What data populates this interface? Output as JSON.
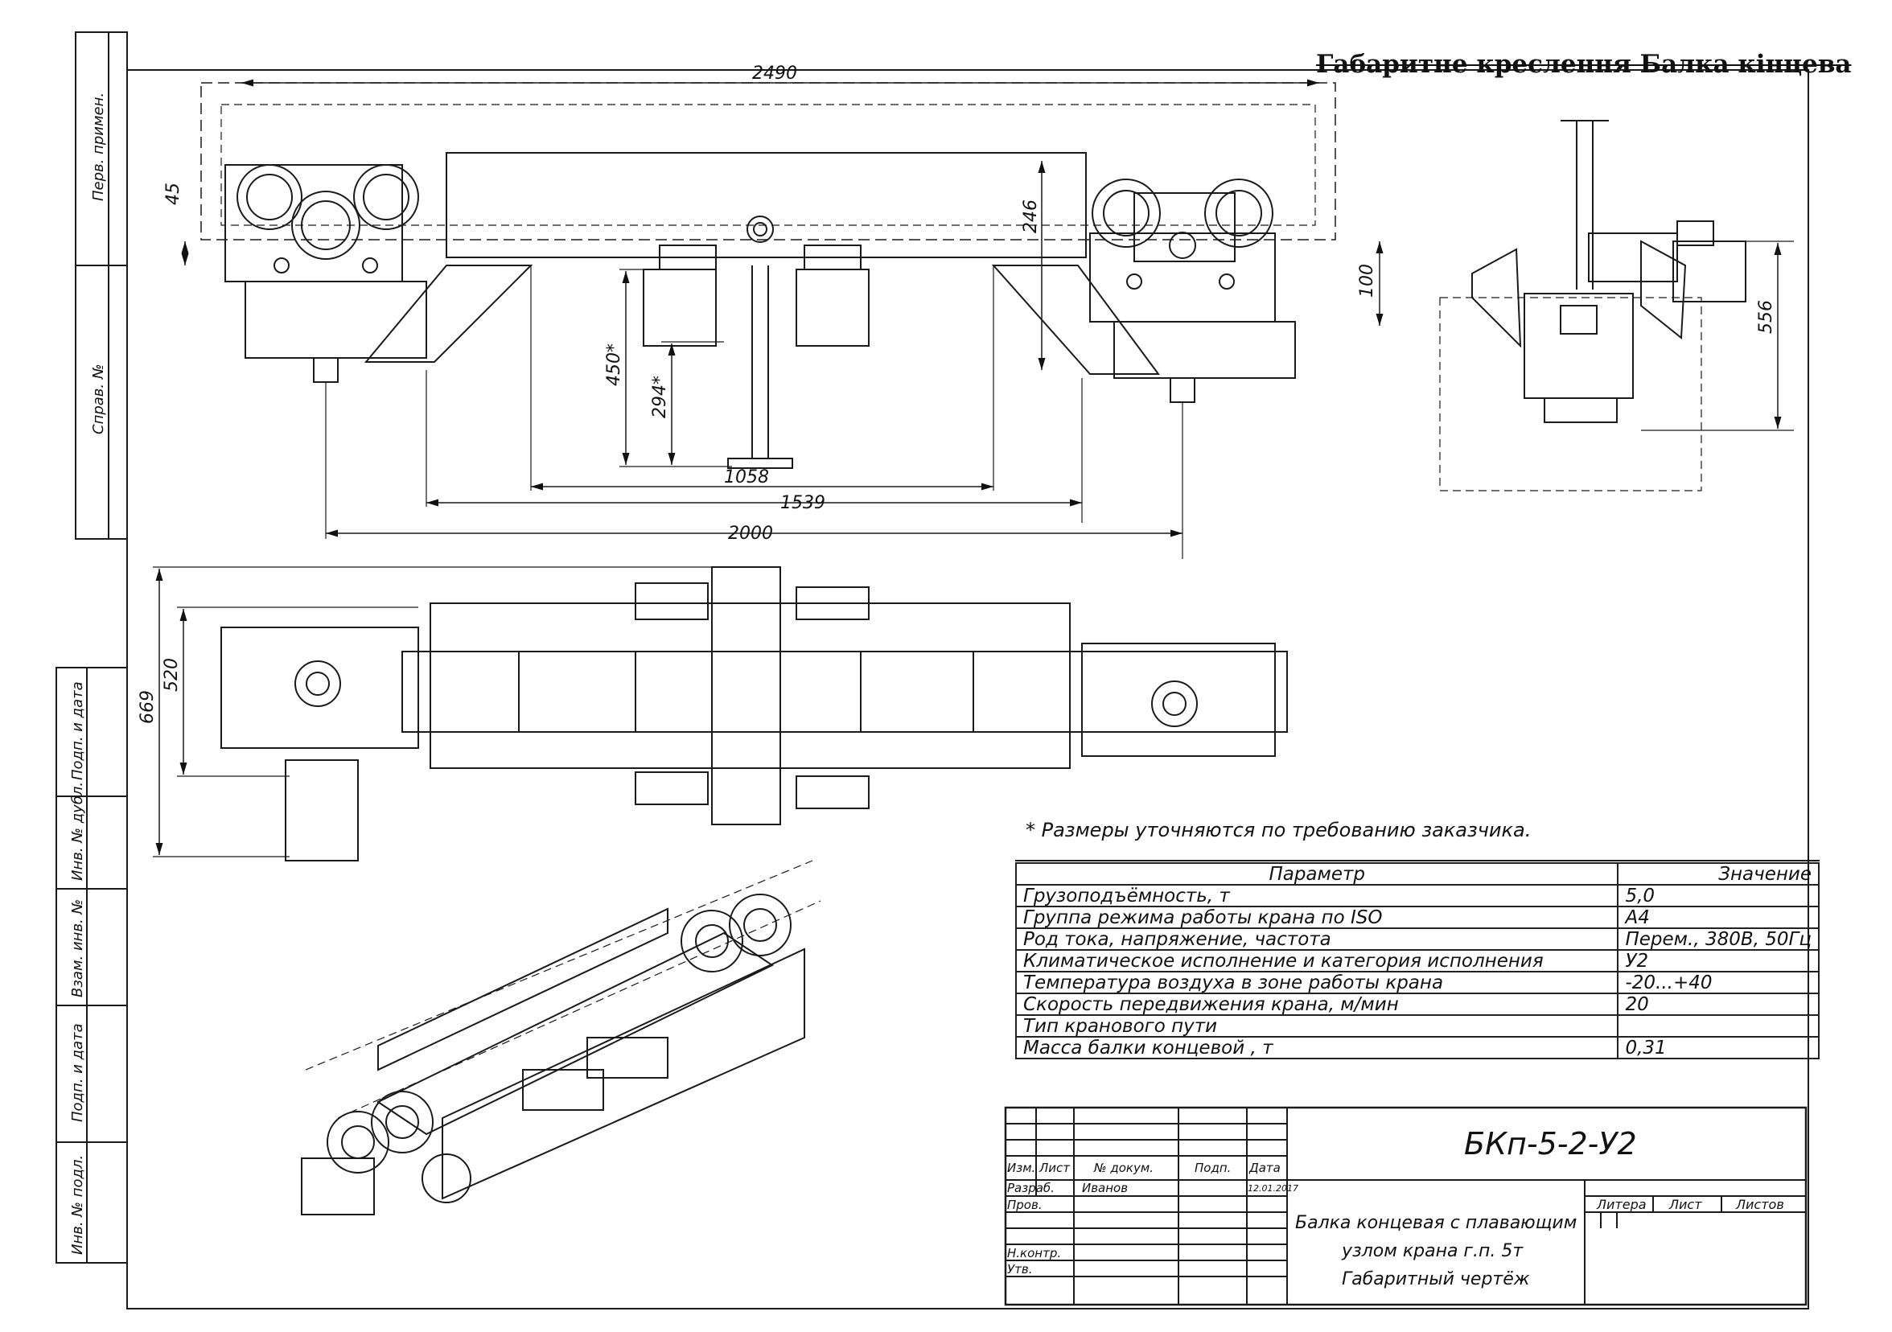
{
  "header": {
    "title": "Габаритне креслення Балка кінцева"
  },
  "margin_labels": [
    "Перв. примен.",
    "Справ. №",
    "Подп. и дата",
    "Инв. № дубл.",
    "Взам. инв. №",
    "Подп. и дата",
    "Инв. № подл."
  ],
  "dimensions": {
    "front": [
      "2490",
      "45",
      "246",
      "100",
      "450*",
      "294*",
      "1058",
      "1539",
      "2000"
    ],
    "side": [
      "556"
    ],
    "top": [
      "669",
      "520"
    ]
  },
  "note": "* Размеры уточняются по требованию заказчика.",
  "params_table": {
    "header": {
      "param": "Параметр",
      "value": "Значение"
    },
    "rows": [
      {
        "param": "Грузоподъёмность, т",
        "value": "5,0"
      },
      {
        "param": "Группа режима работы крана по ISO",
        "value": "А4"
      },
      {
        "param": "Род тока, напряжение, частота",
        "value": "Перем., 380В, 50Гц"
      },
      {
        "param": "Климатическое исполнение и категория исполнения",
        "value": "У2"
      },
      {
        "param": "Температура воздуха в зоне работы крана",
        "value": "-20...+40"
      },
      {
        "param": "Скорость передвижения крана, м/мин",
        "value": "20"
      },
      {
        "param": "Тип кранового пути",
        "value": ""
      },
      {
        "param": "Масса балки концевой , т",
        "value": "0,31"
      }
    ]
  },
  "title_block": {
    "designation": "БКп-5-2-У2",
    "cols": {
      "izm": "Изм.",
      "list": "Лист",
      "doc": "№ докум.",
      "sign": "Подп.",
      "date": "Дата"
    },
    "rows": {
      "razrab": "Разраб.",
      "prov": "Пров.",
      "nkontr": "Н.контр.",
      "utv": "Утв."
    },
    "author": "Иванов",
    "date": "12.01.2017",
    "name_lines": [
      "Балка концевая с плавающим",
      "узлом крана г.п. 5т",
      "Габаритный чертёж"
    ],
    "litera": "Литера",
    "sheet": "Лист",
    "sheets": "Листов"
  }
}
